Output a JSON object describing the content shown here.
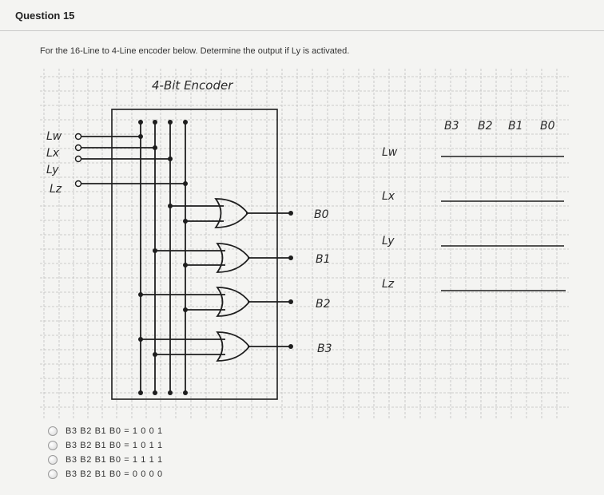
{
  "question": {
    "title": "Question 15",
    "prompt": "For the 16-Line to 4-Line encoder below. Determine the output if Ly is activated."
  },
  "figure": {
    "heading": "4-Bit Encoder",
    "inputs": [
      "Lw",
      "Lx",
      "Ly",
      "Lz"
    ],
    "outputs": [
      "B0",
      "B1",
      "B2",
      "B3"
    ],
    "table_header": [
      "B3",
      "B2",
      "B1",
      "B0"
    ],
    "table_rows": [
      "Lw",
      "Lx",
      "Ly",
      "Lz"
    ]
  },
  "options": [
    "B3 B2 B1 B0 = 1 0 0 1",
    "B3 B2 B1 B0 = 1 0 1 1",
    "B3 B2 B1 B0 = 1 1 1 1",
    "B3 B2 B1 B0 = 0 0 0 0"
  ]
}
